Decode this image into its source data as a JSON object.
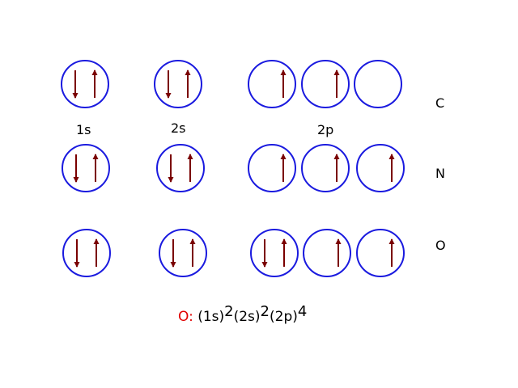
{
  "subshell_labels": {
    "s1": "1s",
    "s2": "2s",
    "p2": "2p"
  },
  "elements": [
    {
      "symbol": "C",
      "orbitals": {
        "1s": "pair",
        "2s": "pair",
        "2p": [
          "up",
          "up",
          "empty"
        ]
      }
    },
    {
      "symbol": "N",
      "orbitals": {
        "1s": "pair",
        "2s": "pair",
        "2p": [
          "up",
          "up",
          "up"
        ]
      }
    },
    {
      "symbol": "O",
      "orbitals": {
        "1s": "pair",
        "2s": "pair",
        "2p": [
          "pair",
          "up",
          "up"
        ]
      }
    }
  ],
  "configuration": {
    "element": "O:",
    "t1": "(1s)",
    "e1": "2",
    "t2": "(2s)",
    "e2": "2",
    "t3": "(2p)",
    "e3": "4"
  },
  "colors": {
    "orbital_outline": "#1a1adf",
    "arrow": "#7a0000",
    "formula_element": "#e00000",
    "text": "#000000"
  }
}
